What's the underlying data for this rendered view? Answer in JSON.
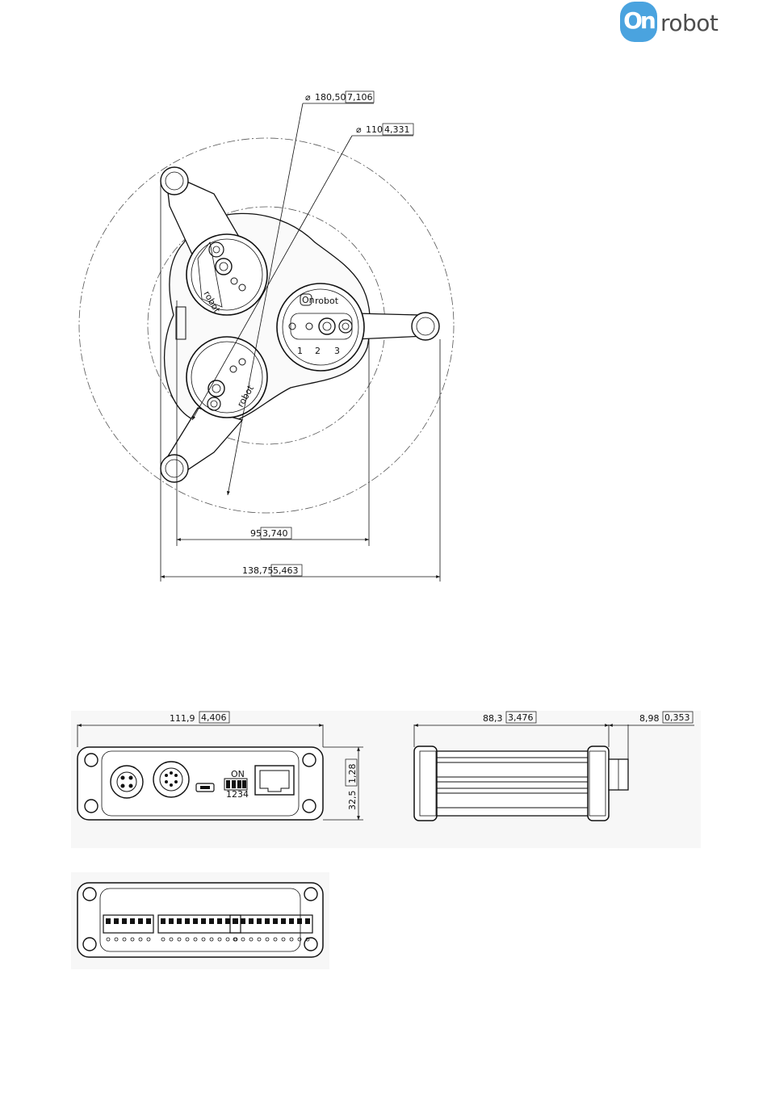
{
  "logo": {
    "badge": "On",
    "word": "robot",
    "brand_color": "#4aa3df",
    "text_color": "#4d4d4d"
  },
  "icons": [
    "diameter-symbol-icon",
    "hex-socket-icon",
    "rj45-port-icon",
    "mini-usb-port-icon",
    "dip-switch-icon",
    "m12-connector-icon",
    "terminal-block-icon"
  ],
  "dimensions": {
    "outer_diameter": {
      "value": "180,50",
      "inch": "7,106"
    },
    "inner_diameter": {
      "value": "110",
      "inch": "4,331"
    },
    "inner_width": {
      "value": "95",
      "inch": "3,740"
    },
    "outer_width": {
      "value": "138,75",
      "inch": "5,463"
    },
    "box_width": {
      "value": "111,9",
      "inch": "4,406"
    },
    "box_height": {
      "value": "32,5",
      "inch": "1,28"
    },
    "box_length": {
      "value": "88,3",
      "inch": "3,476"
    },
    "connector_depth": {
      "value": "8,98",
      "inch": "0,353"
    }
  },
  "gripper_labels": {
    "top_logo": "robot",
    "right_logo": "robot",
    "bottom_logo": "robot",
    "right_badge": "On",
    "right_marks": [
      "1",
      "2",
      "3"
    ]
  },
  "dip_labels": {
    "on_label": "ON",
    "numbers": [
      "1",
      "2",
      "3",
      "4"
    ]
  }
}
